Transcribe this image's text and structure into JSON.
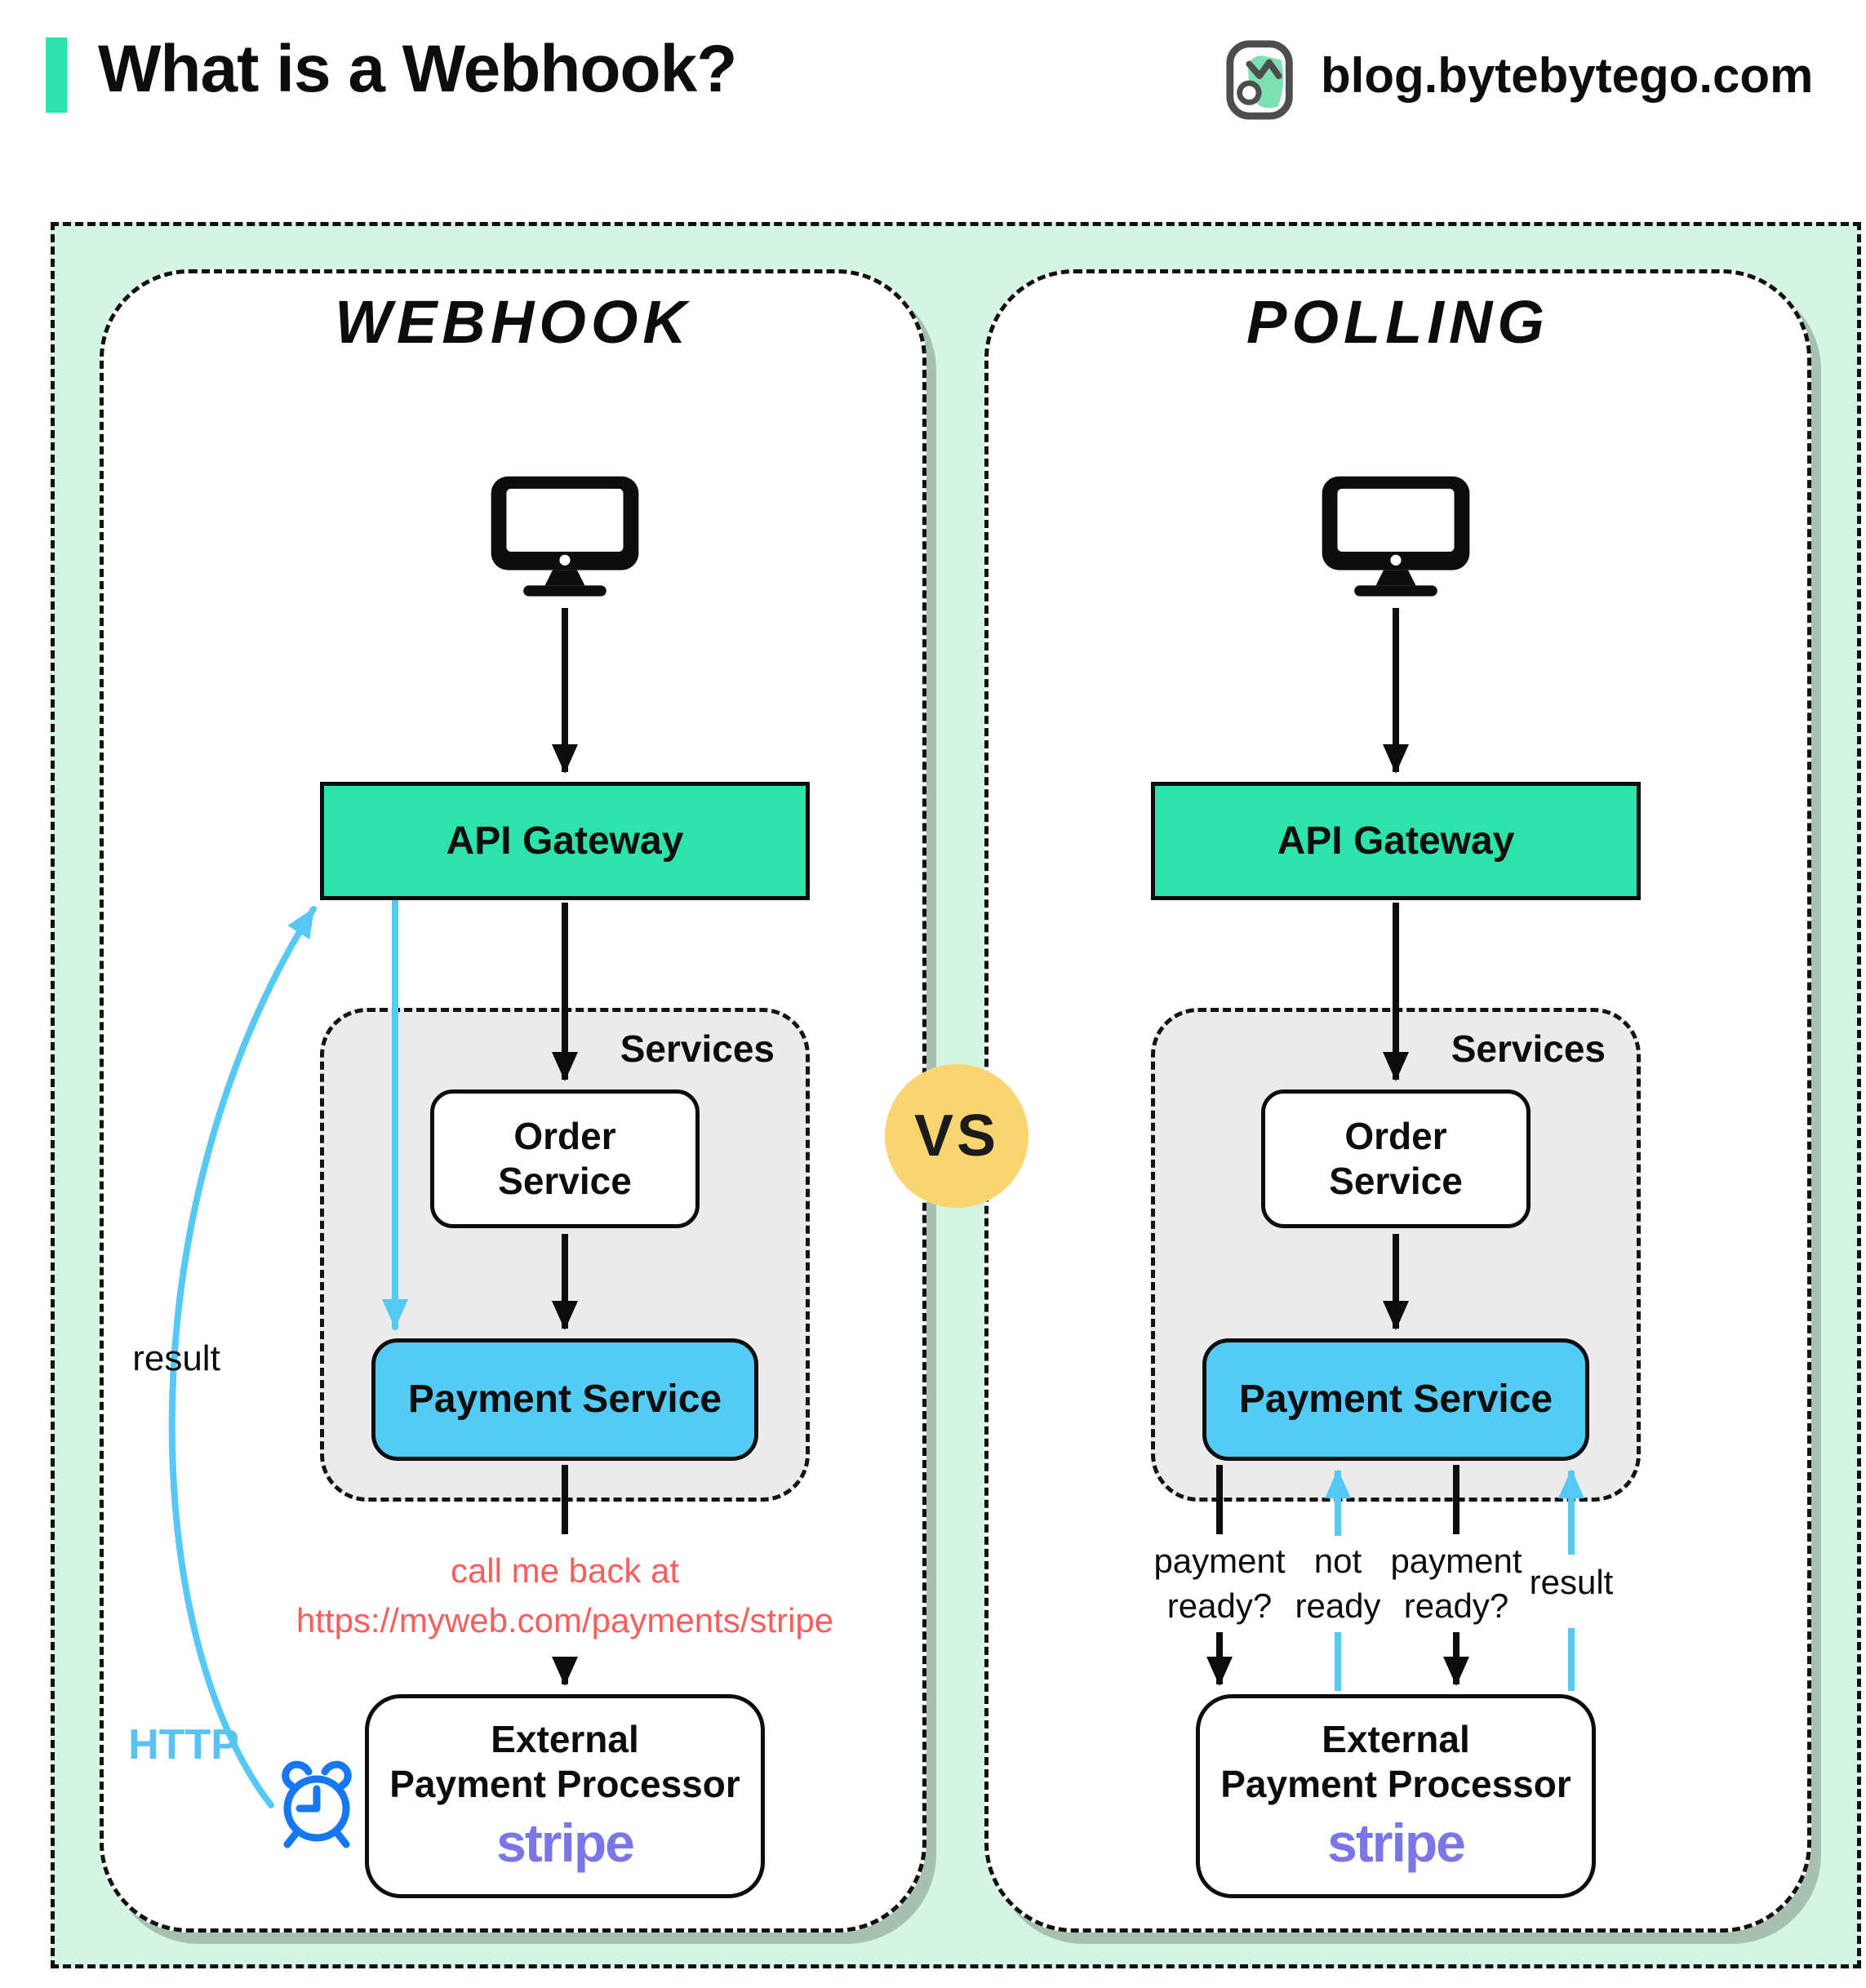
{
  "header": {
    "title": "What is a Webhook?",
    "site": "blog.bytebytego.com",
    "accent_color": "#2be3ab"
  },
  "vs_badge": {
    "label": "VS",
    "color": "#fad46e"
  },
  "colors": {
    "mint_background": "#d4f4e4",
    "api_gateway_green": "#2be3ab",
    "payment_service_blue": "#54cbf4",
    "services_gray": "#ebebeb",
    "arrow_blue": "#56c8f6",
    "note_red": "#fb5d5d",
    "stripe_purple": "#7a76e8",
    "clock_blue": "#1577f2",
    "vs_yellow": "#fad46e"
  },
  "webhook_panel": {
    "title": "Webhook",
    "api_gateway_label": "API Gateway",
    "services_label": "Services",
    "order_service_label": "Order Service",
    "payment_service_label": "Payment Service",
    "callback_note": {
      "line1": "call me back at",
      "line2": "https://myweb.com/payments/stripe"
    },
    "external_processor": {
      "line1": "External",
      "line2": "Payment Processor",
      "brand": "stripe"
    },
    "result_label": "result",
    "http_label": "HTTP"
  },
  "polling_panel": {
    "title": "Polling",
    "api_gateway_label": "API Gateway",
    "services_label": "Services",
    "order_service_label": "Order Service",
    "payment_service_label": "Payment Service",
    "external_processor": {
      "line1": "External",
      "line2": "Payment Processor",
      "brand": "stripe"
    },
    "poll_labels": {
      "request1": "payment ready?",
      "response1": "not ready",
      "request2": "payment ready?",
      "response2": "result"
    }
  }
}
